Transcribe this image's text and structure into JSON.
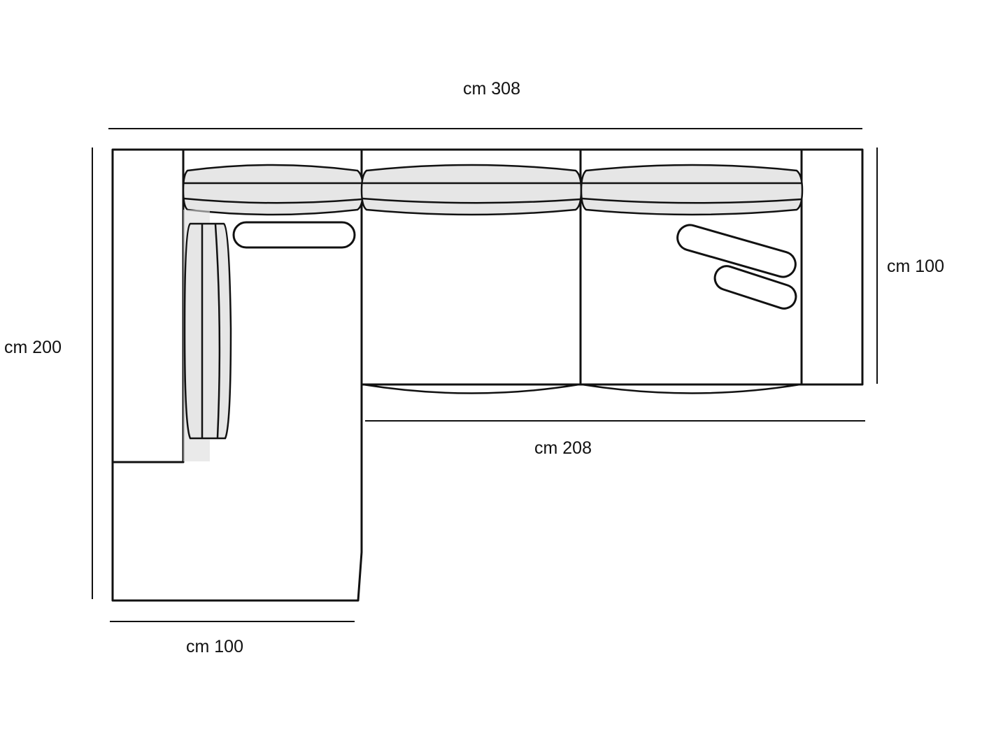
{
  "dimensions": {
    "total_width": "cm 308",
    "total_depth": "cm 200",
    "sofa_depth": "cm 100",
    "sofa_width": "cm 208",
    "chaise_width": "cm 100"
  },
  "colors": {
    "outline": "#111111",
    "cushion_fill": "#e6e6e6",
    "background": "#ffffff"
  }
}
